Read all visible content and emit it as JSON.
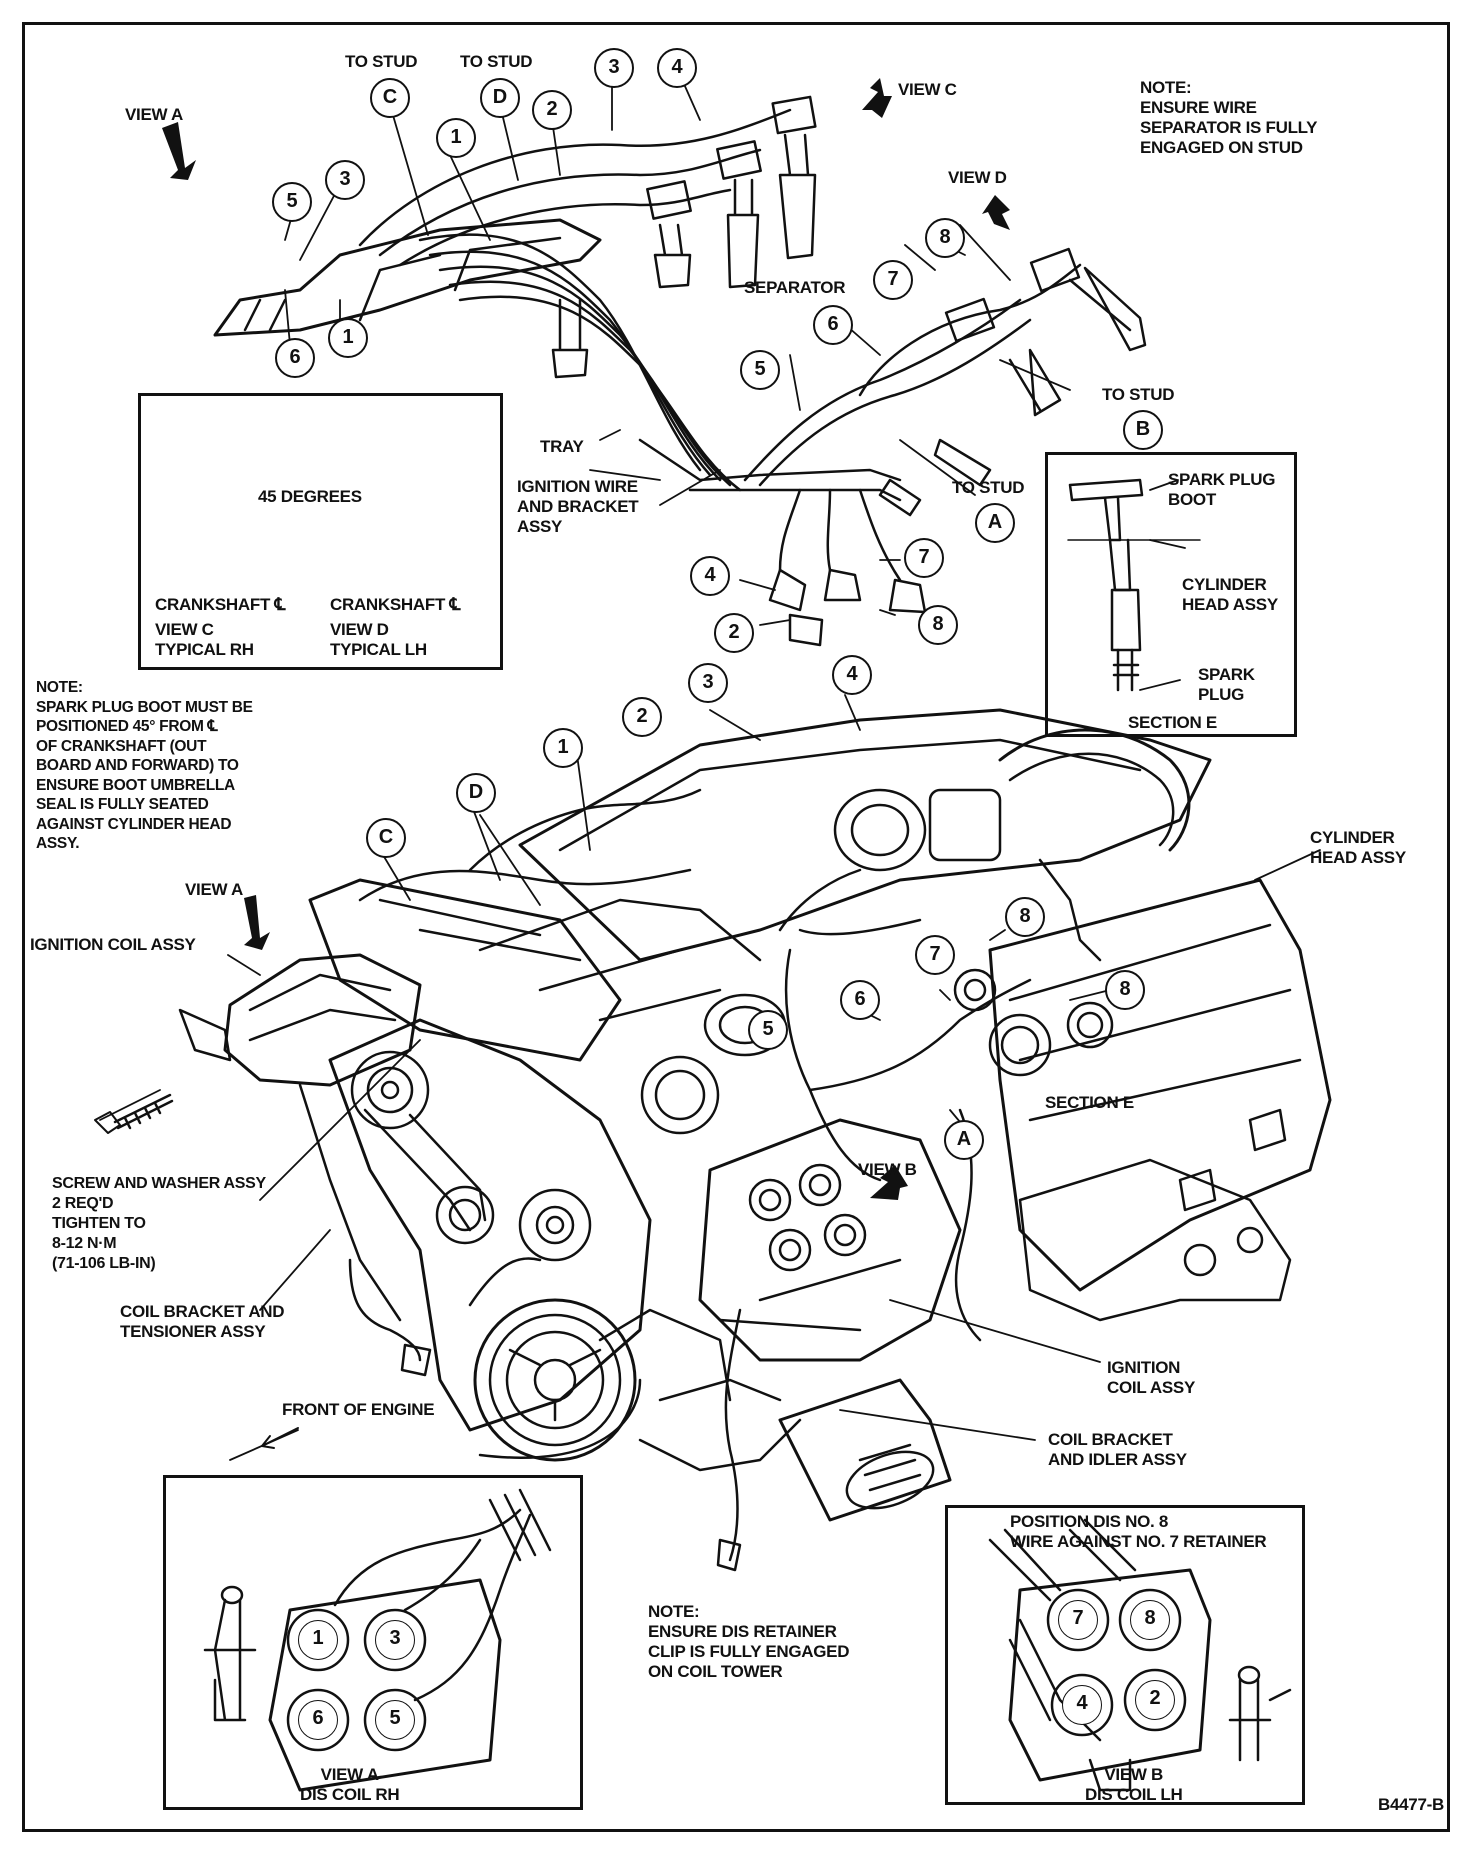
{
  "labels": {
    "to_stud_c": "TO STUD",
    "to_stud_d": "TO STUD",
    "to_stud_b": "TO STUD",
    "to_stud_a": "TO STUD",
    "view_a_top": "VIEW A",
    "view_c": "VIEW C",
    "view_d": "VIEW D",
    "view_a_mid": "VIEW A",
    "view_b": "VIEW B",
    "note_wire": "NOTE:\nENSURE WIRE\nSEPARATOR IS FULLY\nENGAGED ON STUD",
    "separator": "SEPARATOR",
    "tray": "TRAY",
    "ignition_wire": "IGNITION WIRE\nAND BRACKET\nASSY",
    "degrees": "45 DEGREES",
    "crank_left": "CRANKSHAFT ℄",
    "crank_right": "CRANKSHAFT ℄",
    "view_c_rh": "VIEW C\nTYPICAL RH",
    "view_d_lh": "VIEW D\nTYPICAL LH",
    "spark_plug_boot": "SPARK PLUG\nBOOT",
    "cyl_head_section": "CYLINDER\nHEAD ASSY",
    "spark_plug": "SPARK\nPLUG",
    "section_e": "SECTION E",
    "note_boot": "NOTE:\nSPARK PLUG BOOT MUST BE\nPOSITIONED 45° FROM ℄\nOF CRANKSHAFT (OUT\nBOARD AND FORWARD) TO\nENSURE BOOT UMBRELLA\nSEAL IS FULLY SEATED\nAGAINST CYLINDER HEAD\nASSY.",
    "cylinder_head": "CYLINDER\nHEAD ASSY",
    "ignition_coil_left": "IGNITION COIL ASSY",
    "section_e_engine": "SECTION E",
    "screw": "SCREW AND WASHER ASSY\n2 REQ'D\nTIGHTEN TO\n8-12 N·m\n(71-106 LB-IN)",
    "coil_bracket_tensioner": "COIL BRACKET AND\nTENSIONER ASSY",
    "ignition_coil_right": "IGNITION\nCOIL ASSY",
    "front_of_engine": "FRONT OF ENGINE",
    "coil_bracket_idler": "COIL BRACKET\nAND IDLER ASSY",
    "position_dis": "POSITION DIS NO. 8\nWIRE AGAINST NO. 7 RETAINER",
    "note_dis": "NOTE:\nENSURE DIS RETAINER\nCLIP IS FULLY ENGAGED\nON COIL TOWER",
    "view_a_dis": "VIEW A\nDIS COIL RH",
    "view_b_dis": "VIEW B\nDIS COIL LH",
    "figure_id": "B4477-B"
  },
  "callouts": {
    "c_top": "C",
    "d_top": "D",
    "n1a": "1",
    "n2a": "2",
    "n3a": "3",
    "n4a": "4",
    "n5a": "5",
    "n3b": "3",
    "n6a": "6",
    "n1b": "1",
    "n8a": "8",
    "n7a": "7",
    "n6b": "6",
    "n5b": "5",
    "b_stud": "B",
    "a_stud": "A",
    "n4b": "4",
    "n2b": "2",
    "n7b": "7",
    "n8b": "8",
    "n3c": "3",
    "n4c": "4",
    "n2c": "2",
    "n1c": "1",
    "d_mid": "D",
    "c_mid": "C",
    "n8c": "8",
    "n7c": "7",
    "n6c": "6",
    "n5c": "5",
    "n8d": "8",
    "a_mid": "A",
    "dis_a1": "1",
    "dis_a3": "3",
    "dis_a6": "6",
    "dis_a5": "5",
    "dis_b7": "7",
    "dis_b8": "8",
    "dis_b4": "4",
    "dis_b2": "2"
  }
}
